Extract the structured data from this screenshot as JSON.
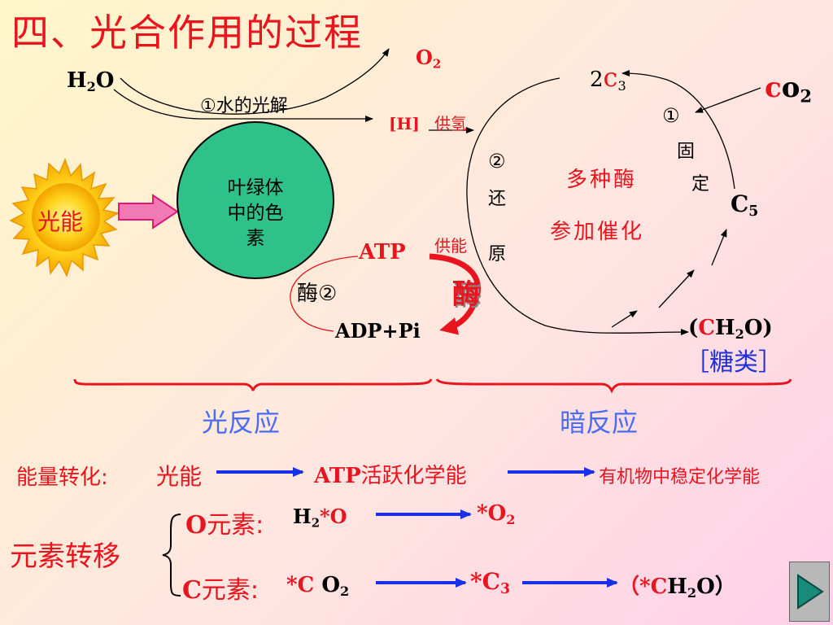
{
  "title": "四、光合作用的过程",
  "light": {
    "h2o": "H",
    "h2o_sub": "2",
    "h2o_o": "O",
    "o2": "O",
    "o2_sub": "2",
    "photolysis": "①水的光解",
    "h_label": "[H]",
    "supply_h": "供氢",
    "chloroplast": [
      "叶绿体",
      "中的色",
      "素"
    ],
    "sun_label": "光能",
    "atp": "ATP",
    "supply_energy": "供能",
    "enzyme2": "酶②",
    "adp": "ADP+Pi",
    "enzyme_big": "酶"
  },
  "dark": {
    "c3_coef": "2",
    "c3_c": "c",
    "c3_sub": "3",
    "co2_c": "c",
    "co2_o": "o",
    "co2_sub": "2",
    "fix_chars": [
      "①",
      "固",
      "定"
    ],
    "reduce_chars": [
      "②",
      "还",
      "原"
    ],
    "enzymes_line1": "多种酶",
    "enzymes_line2": "参加催化",
    "c5": "C",
    "c5_sub": "5",
    "ch2o_open": "(",
    "ch2o_c": "C",
    "ch2o_h": "H",
    "ch2o_sub": "2",
    "ch2o_o": "O)",
    "sugar": "［糖类］"
  },
  "phases": {
    "light": "光反应",
    "dark": "暗反应"
  },
  "energy": {
    "label": "能量转化:",
    "s1": "光能",
    "s2_a": "ATP",
    "s2_b": "活跃化学能",
    "s3": "有机物中稳定化学能"
  },
  "elements": {
    "label": "元素转移",
    "o_label": "O",
    "o_label_b": "元素:",
    "o_from_h": "H",
    "o_from_sub": "2",
    "o_from_star": "*O",
    "o_to_star": "*O",
    "o_to_sub": "2",
    "c_label": "C",
    "c_label_b": "元素:",
    "c_from": "*C",
    "c_from_o": "O",
    "c_from_sub": "2",
    "c_mid": "*C",
    "c_mid_sub": "3",
    "c_to_open": "（*C",
    "c_to_h": "H",
    "c_to_sub": "2",
    "c_to_close": "O）"
  },
  "colors": {
    "accent_red": "#e8141e",
    "chloroplast_green": "#2ec28a",
    "phase_blue": "#4a6cf0",
    "arrow_blue": "#1a2fe8"
  }
}
